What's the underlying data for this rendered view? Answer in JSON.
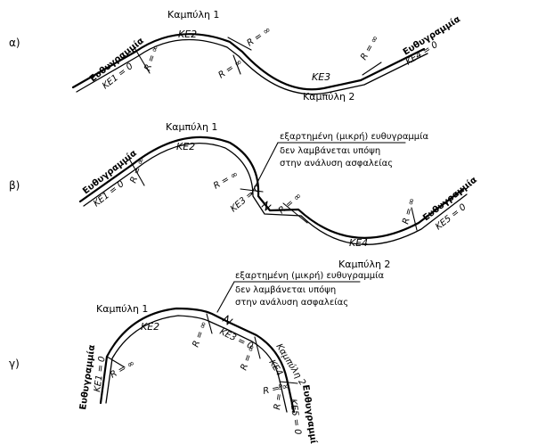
{
  "panels": [
    {
      "label": "α)",
      "curve1": "Καμπύλη 1",
      "curve2": "Καμπύλη 2",
      "k_curve1": "KE2",
      "k_curve2": "KE3",
      "straight_left": "Ευθυγραμμία",
      "straight_right": "Ευθυγραμμία",
      "k_left": "KE1 = 0",
      "k_right": "KE4 = 0",
      "r_values": [
        "R = ∞",
        "R = ∞",
        "R = ∞",
        "R = ∞"
      ]
    },
    {
      "label": "β)",
      "curve1": "Καμπύλη 1",
      "curve2": "Καμπύλη 2",
      "k_curve1": "KE2",
      "k_curve2": "KE4",
      "k_mid": "KE3 = 0",
      "straight_left": "Ευθυγραμμία",
      "straight_right": "Ευθυγραμμία",
      "k_left": "KE1 = 0",
      "k_right": "KE5 = 0",
      "note_line1": "εξαρτημένη (μικρή) ευθυγραμμία",
      "note_line2": "δεν λαμβάνεται υπόψη",
      "note_line3": "στην ανάλυση ασφαλείας",
      "r_values": [
        "R = ∞",
        "R = ∞",
        "R = ∞",
        "R = ∞"
      ]
    },
    {
      "label": "γ)",
      "curve1": "Καμπύλη 1",
      "curve2": "Καμπύλη 2",
      "k_curve1": "KE2",
      "k_curve2": "KE4",
      "k_mid": "KE3 = 0",
      "straight_left": "Ευθυγραμμία",
      "straight_right": "Ευθυγραμμία",
      "k_left": "KE1 = 0",
      "k_right": "KE5 = 0",
      "note_line1": "εξαρτημένη (μικρή) ευθυγραμμία",
      "note_line2": "δεν λαμβάνεται υπόψη",
      "note_line3": "στην ανάλυση ασφαλείας",
      "r_values": [
        "R = ∞",
        "R = ∞",
        "R = ∞",
        "R = ∞",
        "R = ∞"
      ]
    }
  ]
}
